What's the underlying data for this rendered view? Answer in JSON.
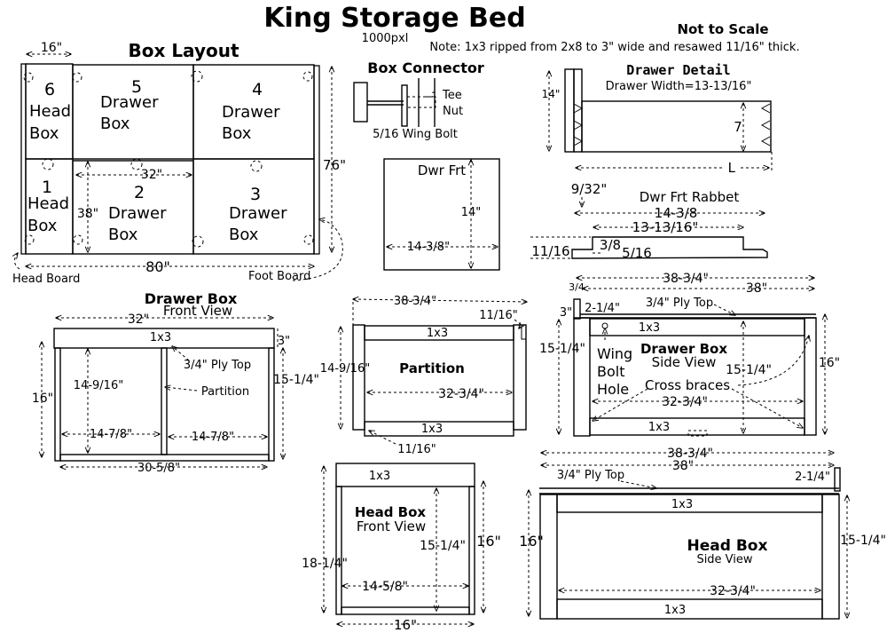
{
  "title": "King Storage Bed",
  "scale_note": "Not to Scale",
  "width_note": "1000pxl",
  "note": "Note: 1x3 ripped from 2x8 to 3\" wide and resawed 11/16\" thick.",
  "box_layout": {
    "heading": "Box Layout",
    "boxes": [
      {
        "num": "6",
        "line1": "Head",
        "line2": "Box"
      },
      {
        "num": "5",
        "line1": "Drawer",
        "line2": "Box"
      },
      {
        "num": "4",
        "line1": "Drawer",
        "line2": "Box"
      },
      {
        "num": "1",
        "line1": "Head",
        "line2": "Box"
      },
      {
        "num": "2",
        "line1": "Drawer",
        "line2": "Box"
      },
      {
        "num": "3",
        "line1": "Drawer",
        "line2": "Box"
      }
    ],
    "dim_16": "16\"",
    "dim_32": "32\"",
    "dim_38": "38\"",
    "dim_76": "76\"",
    "dim_80": "80\"",
    "head_board": "Head Board",
    "foot_board": "Foot Board"
  },
  "box_connector": {
    "heading": "Box Connector",
    "tee": "Tee",
    "nut": "Nut",
    "bolt": "5/16 Wing Bolt"
  },
  "drawer_front": {
    "label": "Dwr Frt",
    "height": "14\"",
    "width": "14-3/8\""
  },
  "drawer_detail": {
    "heading": "Drawer Detail",
    "width_note": "Drawer Width=13-13/16\"",
    "height": "14\"",
    "side": "7",
    "length": "L"
  },
  "rabbet": {
    "dim_9_32": "9/32\"",
    "heading": "Dwr Frt Rabbet",
    "w1": "14-3/8",
    "w2": "13-13/16\"",
    "d1": "3/8",
    "d2": "11/16",
    "d3": "5/16"
  },
  "drawer_box_front": {
    "heading": "Drawer Box",
    "subheading": "Front View",
    "width": "32\"",
    "top_board": "1x3",
    "top_h": "3\"",
    "ply_top": "3/4\" Ply Top",
    "inner_h": "14-9/16\"",
    "partition": "Partition",
    "height": "16\"",
    "side_h": "15-1/4\"",
    "bay1": "14-7/8\"",
    "bay2": "14-7/8\"",
    "inner_w": "30-5/8\""
  },
  "partition": {
    "label": "Partition",
    "width": "38-3/4\"",
    "thick1": "11/16\"",
    "top_board": "1x3",
    "height": "14-9/16\"",
    "inner_w": "32-3/4\"",
    "bottom_board": "1x3",
    "thick2": "11/16\""
  },
  "head_box_front": {
    "top_board": "1x3",
    "heading": "Head Box",
    "subheading": "Front View",
    "side_h": "15-1/4\"",
    "height": "16\"",
    "outer_h": "18-1/4\"",
    "inner_w": "14-5/8\"",
    "width": "16\""
  },
  "drawer_box_side": {
    "ply_note": "3/4",
    "width1": "38-3/4\"",
    "width2": "38\"",
    "d_3": "3\"",
    "d_2_1_4": "2-1/4\"",
    "ply_top": "3/4\" Ply Top",
    "top_board": "1x3",
    "heading": "Drawer Box",
    "subheading": "Side View",
    "wing": "Wing",
    "bolt": "Bolt",
    "hole": "Hole",
    "inner_h": "15-1/4\"",
    "side_h": "15-1/4\"",
    "height": "16\"",
    "cross_braces": "Cross braces",
    "inner_w": "32-3/4\"",
    "bottom_board": "1x3"
  },
  "head_box_side": {
    "width1": "38-3/4\"",
    "width2": "38\"",
    "ply_top": "3/4\" Ply Top",
    "d_2_1_4": "2-1/4\"",
    "top_board": "1x3",
    "height": "16\"",
    "side_h": "15-1/4\"",
    "heading": "Head Box",
    "subheading": "Side View",
    "inner_w": "32-3/4\"",
    "bottom_board": "1x3"
  }
}
